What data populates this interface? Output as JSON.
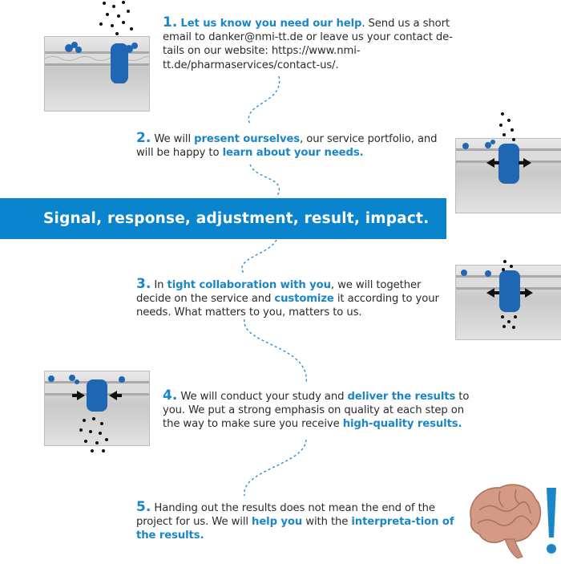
{
  "banner": {
    "text": "Signal, response, adjustment, result, impact."
  },
  "steps": [
    {
      "number": "1.",
      "highlight_1": "Let us know you need our help",
      "text_1": ". Send us a short email to danker@nmi-tt.de or leave us your contact de-tails on our website: https://www.nmi-tt.de/pharmaservices/contact-us/."
    },
    {
      "number": "2.",
      "text_1": "We will ",
      "highlight_1": "present ourselves",
      "text_2": ", our service portfolio, and will be happy to ",
      "highlight_2": "learn about your needs."
    },
    {
      "number": "3.",
      "text_1": "In ",
      "highlight_1": "tight collaboration with you",
      "text_2": ", we will together decide on the service and ",
      "highlight_2": "customize",
      "text_3": " it according to your needs. What matters to you, matters to us."
    },
    {
      "number": "4.",
      "text_1": "We will conduct your study and ",
      "highlight_1": "deliver the results",
      "text_2": " to you. We put a strong emphasis on quality at each step on the way to make sure you receive ",
      "highlight_2": "high-quality results."
    },
    {
      "number": "5.",
      "text_1": "Handing out the results does not mean the end of the project for us. We will ",
      "highlight_1": "help you",
      "text_2": " with the ",
      "highlight_2": "interpreta-tion of the results."
    }
  ],
  "colors": {
    "accent": "#1a86c8",
    "banner": "#0a84cd",
    "text": "#2b2b2b",
    "protein": "#1f66b3",
    "brain": "#d49a86"
  },
  "icons": [
    "cell-membrane-receptor-icon",
    "brain-icon",
    "exclamation-icon"
  ]
}
